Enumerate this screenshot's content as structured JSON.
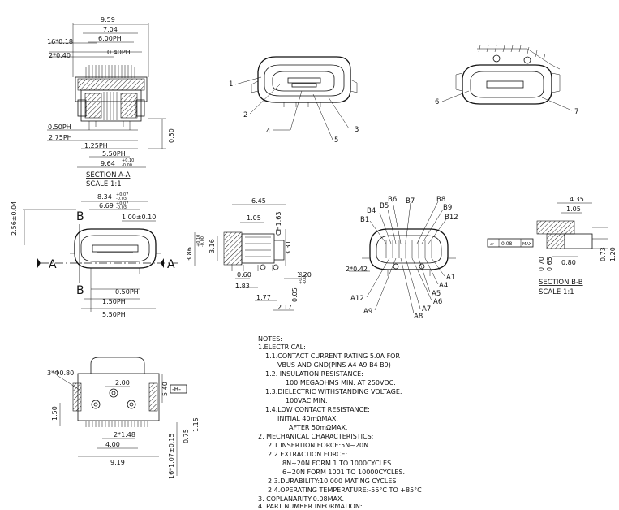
{
  "top_left_view": {
    "dims": [
      "9.59",
      "7.04",
      "16*0.18",
      "6.00PH",
      "2*0.40",
      "0.40PH",
      "0.50PH",
      "2.75PH",
      "1.25PH",
      "5.50PH",
      "0.50",
      "9.64"
    ],
    "tol_plus": "+0.10",
    "tol_minus": "-0.00",
    "section_title": "SECTION A-A",
    "scale": "SCALE 1:1"
  },
  "iso_view_1": {
    "callouts": [
      "1",
      "2",
      "3",
      "4",
      "5"
    ]
  },
  "iso_view_2": {
    "callouts": [
      "6",
      "7"
    ]
  },
  "front_view": {
    "dims": [
      "2.56±0.04",
      "8.34",
      "6.69",
      "1.00±0.10",
      "0.50PH",
      "1.50PH",
      "5.50PH"
    ],
    "dims_tol": [
      "+0.07",
      "-0.03",
      "+0.07",
      "-0.03"
    ],
    "section_marks": [
      "B",
      "A",
      "A",
      "B"
    ]
  },
  "side_view": {
    "dims": [
      "6.45",
      "1.05",
      "CH1.63",
      "3.86",
      "3.16",
      "3.31",
      "0.60",
      "1.83",
      "1.20",
      "1.77",
      "2.17",
      "0.05"
    ],
    "tol_a": "+0.10",
    "tol_a2": "-0.00",
    "tol_b": "+0.05",
    "tol_b2": "-0.00"
  },
  "pin_view": {
    "pins_top": [
      "B6",
      "B7",
      "B8",
      "B5",
      "B9",
      "B4",
      "B12",
      "B1"
    ],
    "pins_bottom": [
      "A1",
      "A4",
      "A5",
      "A6",
      "A7",
      "A8",
      "A9",
      "A12"
    ],
    "extra": "2*0.42"
  },
  "section_b": {
    "dims": [
      "4.35",
      "1.05",
      "0.80",
      "0.70",
      "0.65",
      "0.73",
      "1.20"
    ],
    "flatness": "0.08",
    "flatness_max": "MAX",
    "title": "SECTION B-B",
    "scale": "SCALE 1:1"
  },
  "footprint": {
    "dims": [
      "3*Φ0.80",
      "2.00",
      "5.40",
      "-B-",
      "1.50",
      "2*1.48",
      "4.00",
      "9.19",
      "0.75",
      "1.15",
      "16*1.07±0.15"
    ]
  },
  "notes": {
    "title": "NOTES:",
    "lines": [
      "1.ELECTRICAL:",
      "1.1.CONTACT CURRENT RATING 5.0A FOR",
      "VBUS AND GND(PINS A4 A9 B4 B9)",
      "1.2. INSULATION RESISTANCE:",
      "100 MEGAOHMS MIN. AT 250VDC.",
      "1.3.DIELECTRIC WITHSTANDING VOLTAGE:",
      "100VAC MIN.",
      "1.4.LOW CONTACT RESISTANCE:",
      "INITIAL 40mΩMAX.",
      "AFTER 50mΩMAX.",
      "2. MECHANICAL CHARACTERISTICS:",
      "2.1.INSERTION FORCE:5N~20N.",
      "2.2.EXTRACTION FORCE:",
      "8N~20N FORM 1 TO 1000CYCLES.",
      "6~20N FORM 1001 TO 10000CYCLES.",
      "2.3.DURABILITY:10,000 MATING CYCLES",
      "2.4.OPERATING TEMPERATURE:-55°C TO +85°C",
      "3. COPLANARITY:0.08MAX.",
      "4. PART NUMBER INFORMATION:"
    ]
  }
}
